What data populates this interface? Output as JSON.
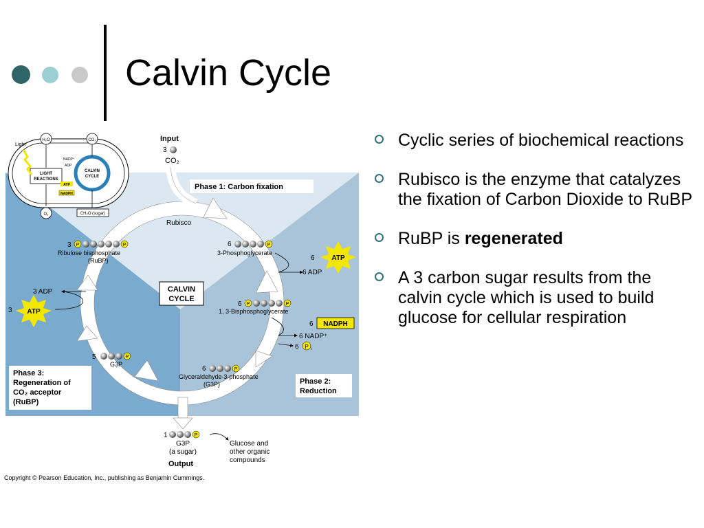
{
  "slide": {
    "title": "Calvin Cycle",
    "accent_dots": [
      "#2f6469",
      "#9ccfd3",
      "#c9c9c9"
    ]
  },
  "bullets": [
    {
      "text": "Cyclic series of biochemical reactions"
    },
    {
      "text": "Rubisco is the enzyme that catalyzes the fixation of Carbon Dioxide to RuBP"
    },
    {
      "prefix": "RuBP is ",
      "bold": "regenerated"
    },
    {
      "text": "A 3 carbon sugar results from the calvin cycle which is used to build glucose for cellular respiration"
    }
  ],
  "diagram": {
    "chloroplast": {
      "light": "Light",
      "h2o": "H₂O",
      "co2": "CO₂",
      "nadp": "NADP⁺",
      "adp": "ADP",
      "atp": "ATP",
      "nadph": "NADPH",
      "light_reactions_1": "LIGHT",
      "light_reactions_2": "REACTIONS",
      "calvin_1": "CALVIN",
      "calvin_2": "CYCLE",
      "o2": "O₂",
      "sugar": "CH₂O (sugar)"
    },
    "input": {
      "label": "Input",
      "count": "3",
      "molecule": "CO₂"
    },
    "phase1": "Phase 1: Carbon fixation",
    "phase2_1": "Phase 2:",
    "phase2_2": "Reduction",
    "phase3_1": "Phase 3:",
    "phase3_2": "Regeneration of",
    "phase3_3": "CO₂ acceptor",
    "phase3_4": "(RuBP)",
    "rubisco": "Rubisco",
    "center_1": "CALVIN",
    "center_2": "CYCLE",
    "pga": {
      "count": "6",
      "name": "3-Phosphoglycerate"
    },
    "atp1": {
      "count": "6",
      "label": "ATP",
      "adp": "6 ADP"
    },
    "bpg": {
      "count": "6",
      "name": "1, 3-Bisphosphoglycerate"
    },
    "nadph": {
      "count": "6",
      "label": "NADPH",
      "nadp": "6 NADP⁺",
      "pi_count": "6",
      "pi": "P",
      "pi_sub": "i"
    },
    "g3p6": {
      "count": "6",
      "name1": "Glyceraldehyde-3-phosphate",
      "name2": "(G3P)"
    },
    "g3p5": {
      "count": "5",
      "name": "G3P"
    },
    "atp3": {
      "count": "3",
      "label": "ATP",
      "adp": "3 ADP"
    },
    "rubp": {
      "count": "3",
      "name1": "Ribulose bisphosphate",
      "name2": "(RuBP)"
    },
    "output": {
      "count": "1",
      "name1": "G3P",
      "name2": "(a sugar)",
      "label": "Output",
      "glucose1": "Glucose and",
      "glucose2": "other organic",
      "glucose3": "compounds"
    },
    "p": "P"
  },
  "copyright": "Copyright © Pearson Education, Inc., publishing as Benjamin Cummings."
}
